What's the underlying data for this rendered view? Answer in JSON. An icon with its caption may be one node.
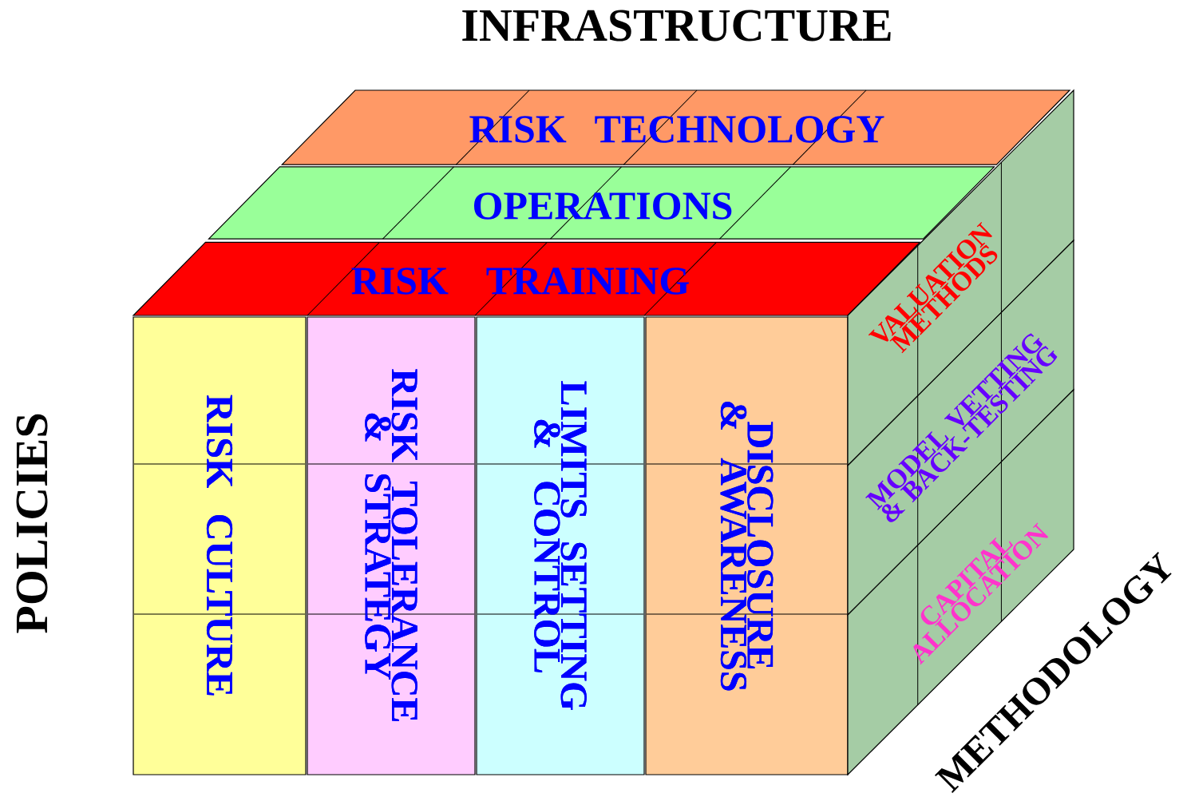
{
  "diagram": {
    "nodes": [
      {
        "text": [
          "RISK TECHNOLOGY"
        ]
      },
      {
        "text": [
          "OPERATIONS"
        ]
      },
      {
        "text": [
          "RISK TRAINING"
        ]
      },
      {
        "text": [
          "RISK CULTURE"
        ]
      },
      {
        "text": [
          "RISK TOLERANCE & STRATEGY"
        ]
      },
      {
        "text": [
          "LIMITS SETTING & CONTROL"
        ]
      },
      {
        "text": [
          "DISCLOSURE & AWARENESS"
        ]
      },
      {
        "text": [
          "VALUATION METHODS"
        ]
      },
      {
        "text": [
          "MODEL VETTING & BACK-TESTING"
        ]
      },
      {
        "text": [
          "CAPITAL ALLOCATION"
        ]
      }
    ],
    "labels": [
      "INFRASTRUCTURE",
      "POLICIES",
      "METHODOLOGY"
    ]
  }
}
